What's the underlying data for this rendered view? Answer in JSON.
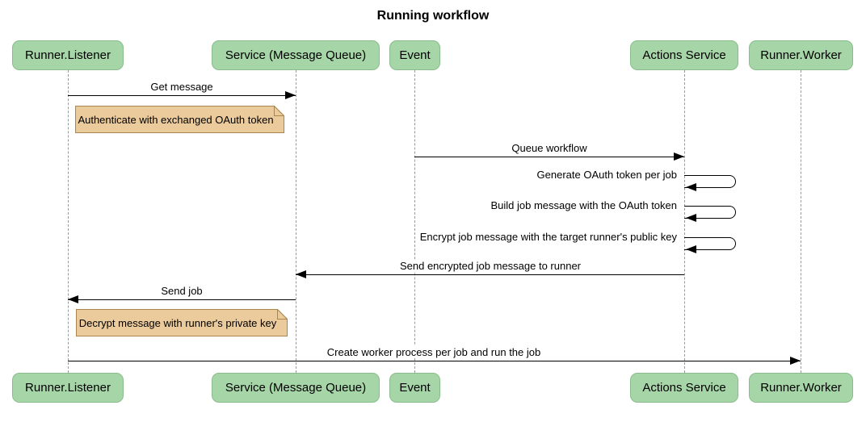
{
  "title": "Running workflow",
  "diagram_type": "sequence",
  "actors": [
    {
      "id": "runner-listener",
      "label": "Runner.Listener"
    },
    {
      "id": "service-message-queue",
      "label": "Service (Message Queue)"
    },
    {
      "id": "event",
      "label": "Event"
    },
    {
      "id": "actions-service",
      "label": "Actions Service"
    },
    {
      "id": "runner-worker",
      "label": "Runner.Worker"
    }
  ],
  "messages": [
    {
      "text": "Get message",
      "from": "Runner.Listener",
      "to": "Service (Message Queue)",
      "direction": "right"
    },
    {
      "text": "Queue workflow",
      "from": "Event",
      "to": "Actions Service",
      "direction": "right"
    },
    {
      "text": "Generate OAuth token per job",
      "from": "Actions Service",
      "to": "Actions Service",
      "direction": "self"
    },
    {
      "text": "Build job message with the OAuth token",
      "from": "Actions Service",
      "to": "Actions Service",
      "direction": "self"
    },
    {
      "text": "Encrypt job message with the target runner's public key",
      "from": "Actions Service",
      "to": "Actions Service",
      "direction": "self"
    },
    {
      "text": "Send encrypted job message to runner",
      "from": "Actions Service",
      "to": "Service (Message Queue)",
      "direction": "left"
    },
    {
      "text": "Send job",
      "from": "Service (Message Queue)",
      "to": "Runner.Listener",
      "direction": "left"
    },
    {
      "text": "Create worker process per job and run the job",
      "from": "Runner.Listener",
      "to": "Runner.Worker",
      "direction": "right"
    }
  ],
  "notes": [
    {
      "text": "Authenticate with exchanged OAuth token",
      "anchor": "right of Runner.Listener"
    },
    {
      "text": "Decrypt message with runner's private key",
      "anchor": "right of Runner.Listener"
    }
  ],
  "colors": {
    "background": "#ffffff",
    "text": "#000000",
    "actor_fill": "#a6d5a7",
    "actor_border": "#88bd8a",
    "note_fill": "#ebca9c",
    "note_border": "#aa8550",
    "lifeline": "#999999",
    "arrow": "#000000"
  }
}
